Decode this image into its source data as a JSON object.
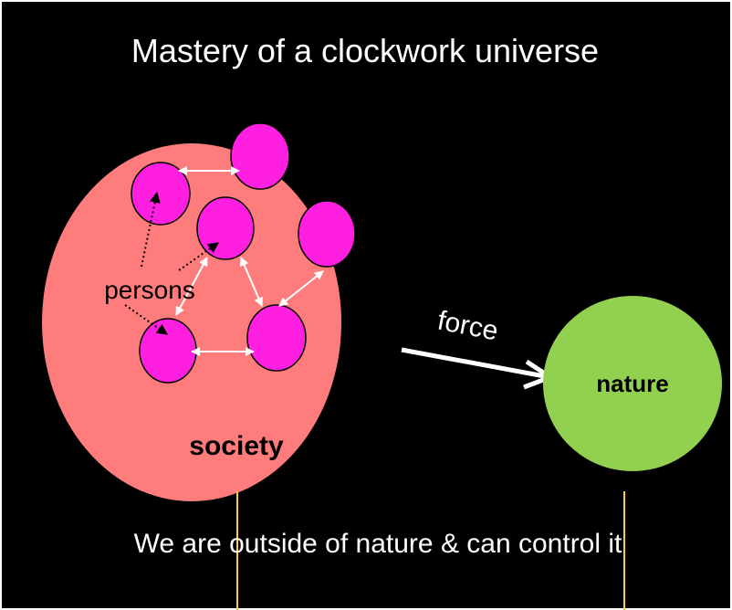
{
  "title": "Mastery of a clockwork universe",
  "labels": {
    "persons": "persons",
    "force": "force",
    "nature": "nature",
    "society": "society"
  },
  "caption": "We are outside of nature & can control it",
  "colors": {
    "background": "#000000",
    "frame": "#ffffff",
    "society": "#ff7c7c",
    "person": "#ff1fe0",
    "nature": "#92d050",
    "connector": "#ffffff",
    "pointer": "#000000",
    "guide_line": "#ffcc33"
  }
}
